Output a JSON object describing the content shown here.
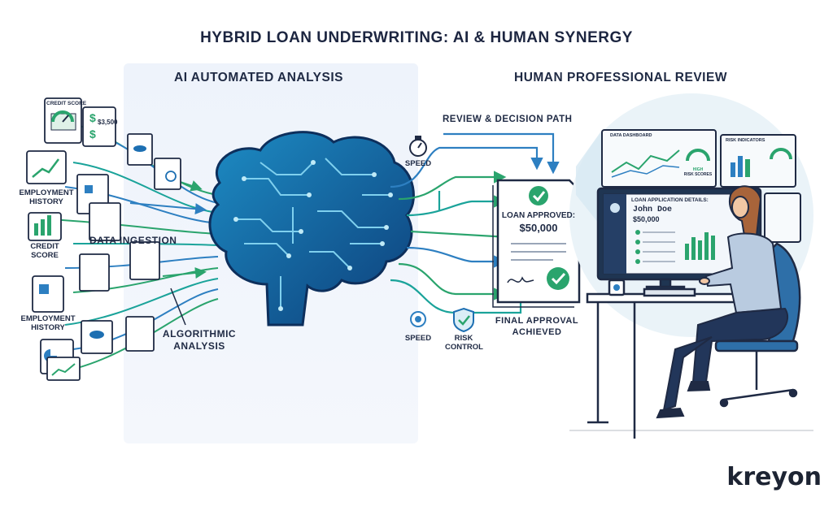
{
  "header": {
    "title": "HYBRID LOAN UNDERWRITING: AI & HUMAN SYNERGY"
  },
  "ai_section": {
    "title": "AI AUTOMATED ANALYSIS",
    "data_ingestion": "DATA INGESTION",
    "algorithmic_line1": "ALGORITHMIC",
    "algorithmic_line2": "ANALYSIS",
    "inputs": {
      "credit_score_card": "CREDIT SCORE",
      "amount_card": "$3,500",
      "employment_line1": "EMPLOYMENT",
      "employment_line2": "HISTORY",
      "credit_line1": "CREDIT",
      "credit_line2": "SCORE",
      "employment2_line1": "EMPLOYMENT",
      "employment2_line2": "HISTORY"
    }
  },
  "decision_path": {
    "title": "REVIEW & DECISION PATH",
    "speed_top": "SPEED",
    "speed_bottom": "SPEED",
    "risk_line1": "RISK",
    "risk_line2": "CONTROL",
    "approval_doc_line1": "LOAN APPROVED:",
    "approval_doc_line2": "$50,000",
    "final_line1": "FINAL APPROVAL",
    "final_line2": "ACHIEVED"
  },
  "human_section": {
    "title": "HUMAN PROFESSIONAL REVIEW",
    "screen_left_title": "DATA DASHBOARD",
    "screen_gauge_label1": "HIGH",
    "screen_gauge_label2": "RISK SCORES",
    "screen_right_title": "RISK INDICATORS",
    "monitor_title": "LOAN APPLICATION DETAILS:",
    "monitor_name": "John Doe",
    "monitor_amount": "$50,000"
  },
  "brand": {
    "logo": "kreyon"
  },
  "colors": {
    "navy": "#1f3b6e",
    "blue": "#2d7fc1",
    "green": "#2faa6b",
    "teal": "#1aa39a",
    "panel": "#eef3fb"
  }
}
